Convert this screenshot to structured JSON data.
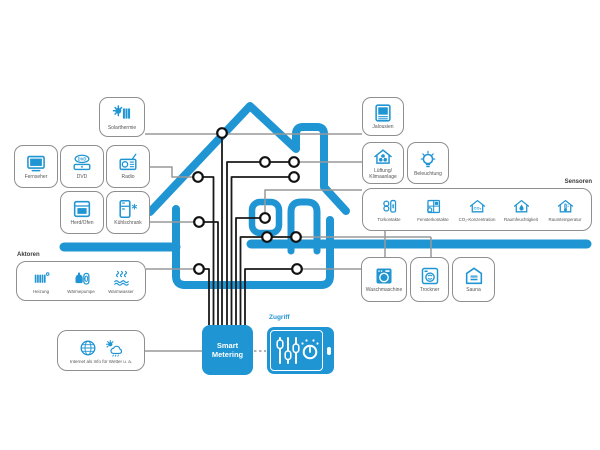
{
  "colors": {
    "accent_blue": "#2095D3",
    "wire_black": "#1a1a1a",
    "connector_gray": "#999999",
    "label_gray": "#555555"
  },
  "groups": {
    "aktoren_label": "Aktoren",
    "sensoren_label": "Sensoren",
    "zugriff_label": "Zugriff"
  },
  "hub": {
    "smart_metering_line1": "Smart",
    "smart_metering_line2": "Metering"
  },
  "boxes": {
    "solarthermie": {
      "label": "Solarthermie",
      "icon": "solar-panel-icon"
    },
    "fernseher": {
      "label": "Fernseher",
      "icon": "tv-icon"
    },
    "dvd": {
      "label": "DVD",
      "icon": "dvd-player-icon"
    },
    "radio": {
      "label": "Radio",
      "icon": "radio-icon"
    },
    "herd_ofen": {
      "label": "Herd/Ofen",
      "icon": "oven-icon"
    },
    "kuehlschrank": {
      "label": "Kühlschrank",
      "icon": "fridge-icon"
    },
    "jalousien": {
      "label": "Jalousien",
      "icon": "blinds-icon"
    },
    "lueftung": {
      "label_line1": "Lüftung/",
      "label_line2": "Klimaanlage",
      "icon": "ventilation-icon"
    },
    "beleuchtung": {
      "label": "Beleuchtung",
      "icon": "light-bulb-icon"
    },
    "internet": {
      "label": "Internet als Info für Wetter u. a.",
      "icon_globe": "globe-icon",
      "icon_weather": "weather-icon"
    }
  },
  "sensors": [
    {
      "label": "Türkontakte",
      "icon": "door-contact-icon"
    },
    {
      "label": "Fensterkontakte",
      "icon": "window-contact-icon"
    },
    {
      "label": "CO₂-Konzentration",
      "icon": "co2-house-icon"
    },
    {
      "label": "Raumfeuchtigkeit",
      "icon": "humidity-house-icon"
    },
    {
      "label": "Raumtemperatur",
      "icon": "temperature-house-icon"
    }
  ],
  "aktoren": [
    {
      "label": "Heizung",
      "icon": "radiator-icon"
    },
    {
      "label": "Wärmepumpe",
      "icon": "heat-pump-icon"
    },
    {
      "label": "Warmwasser",
      "icon": "hot-water-icon"
    }
  ],
  "appliances": [
    {
      "label": "Waschmaschine",
      "icon": "washing-machine-icon"
    },
    {
      "label": "Trockner",
      "icon": "dryer-icon"
    },
    {
      "label": "Sauna",
      "icon": "sauna-icon"
    }
  ]
}
